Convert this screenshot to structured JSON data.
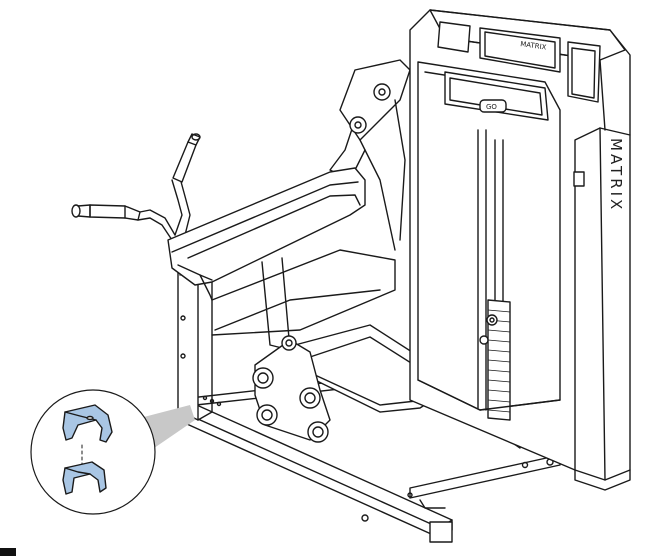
{
  "diagram": {
    "brand_vertical": "MATRIX",
    "brand_top": "MATRIX",
    "panel_logo": "GO",
    "colors": {
      "line": "#1a1a1a",
      "part_fill": "#a9c6e4",
      "callout_fill": "#c8c8c8",
      "background": "#ffffff"
    }
  }
}
